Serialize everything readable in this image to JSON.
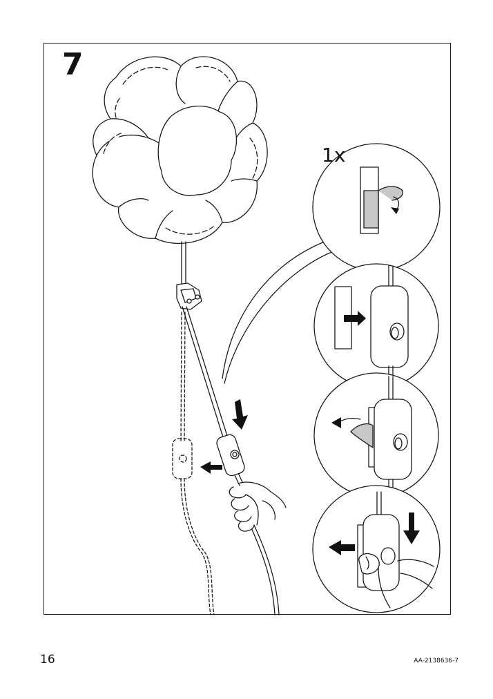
{
  "step": {
    "number": "7",
    "quantity_label": "1x"
  },
  "footer": {
    "page_number": "16",
    "document_code": "AA-2138636-7"
  },
  "icons": [
    "flower-lamp-shade-icon",
    "cord-clip-icon",
    "switch-icon",
    "adhesive-tape-icon",
    "hand-icon",
    "arrow-icon"
  ],
  "colors": {
    "line": "#1a1a1a",
    "tape_fill": "#c8c8c8",
    "background": "#ffffff"
  }
}
